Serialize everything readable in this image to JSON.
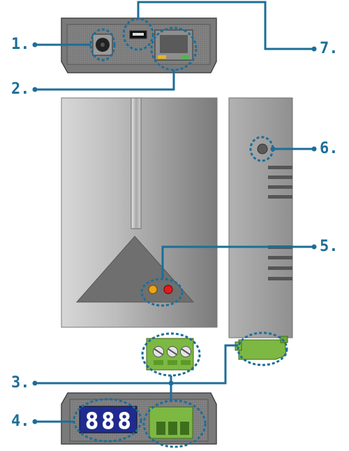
{
  "labels": {
    "l1": "1.",
    "l2": "2.",
    "l3": "3.",
    "l4": "4.",
    "l5": "5.",
    "l6": "6.",
    "l7": "7."
  },
  "colors": {
    "callout": "#1d6e98",
    "case_dark": "#6f6f6f",
    "case_light": "#c9c9c9",
    "terminal_green": "#7db843",
    "led_yellow": "#e9a417",
    "led_red": "#e21b1b",
    "display_blue": "#1f2b8f"
  },
  "display": {
    "digits": [
      "8",
      "8",
      "8"
    ]
  }
}
